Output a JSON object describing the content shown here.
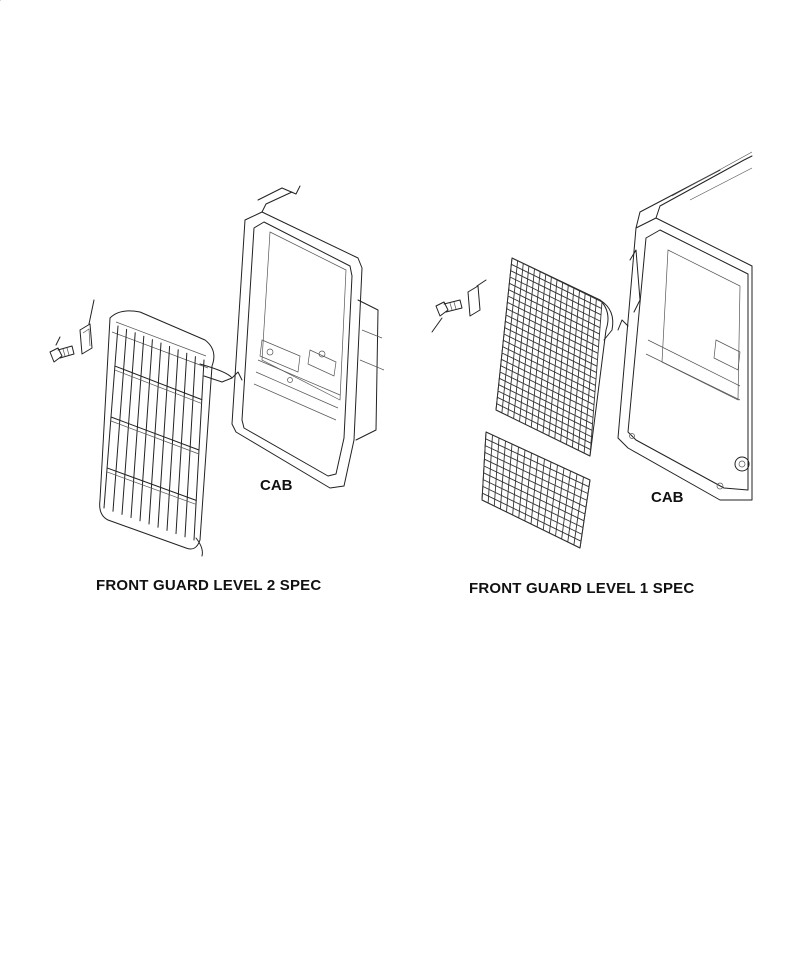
{
  "left_view": {
    "caption": "FRONT GUARD LEVEL 2 SPEC",
    "cab_label": "CAB"
  },
  "right_view": {
    "caption": "FRONT GUARD LEVEL 1 SPEC",
    "cab_label": "CAB"
  }
}
